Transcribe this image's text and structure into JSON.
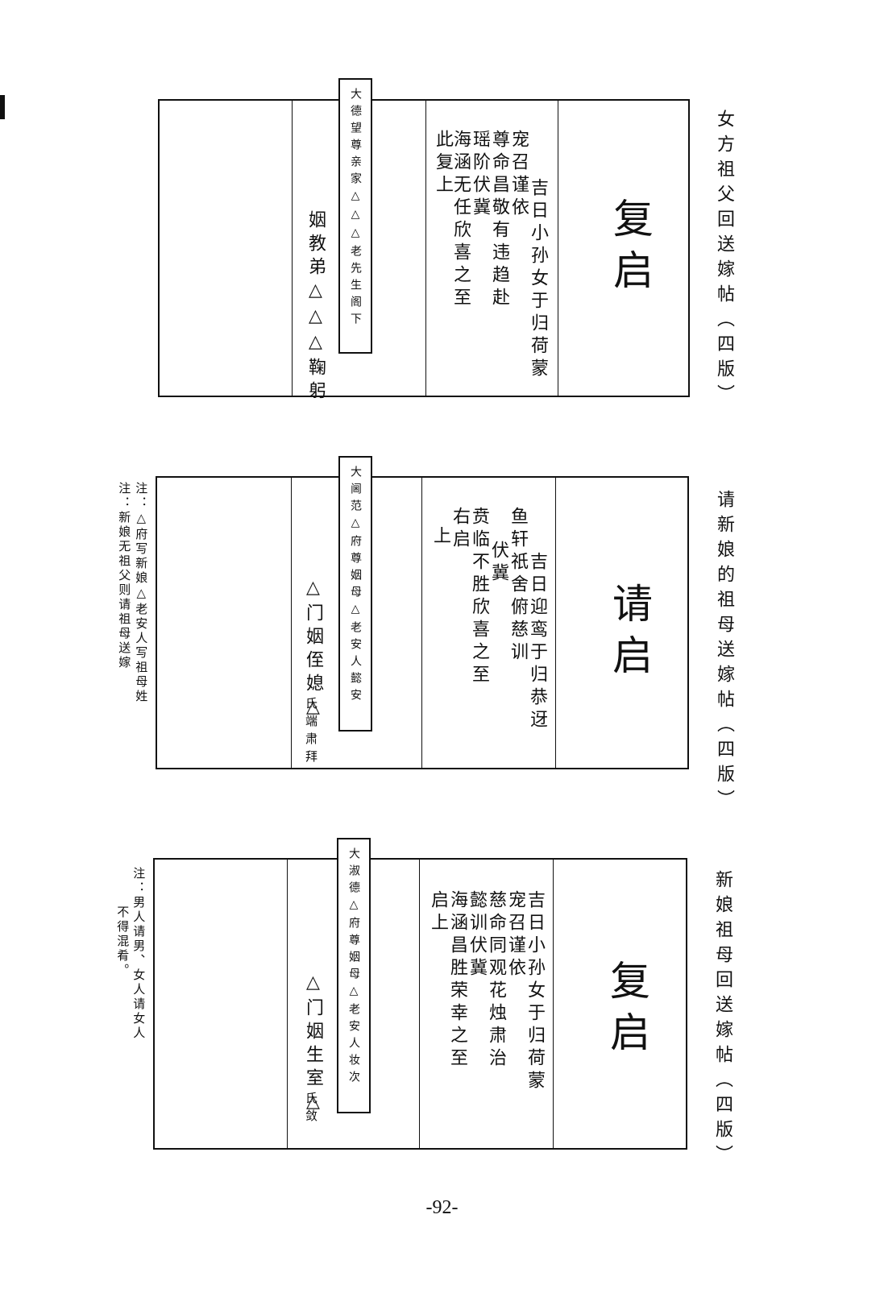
{
  "page_number": "-92-",
  "cards": [
    {
      "title": "女方祖父回送嫁帖（四版）",
      "big_chars": "复启",
      "body_cols": [
        "吉日小孙女于归荷蒙",
        "宠召谨依",
        "尊命昌敬有违趋赴",
        "瑶阶伏冀",
        "海涵无任欣喜之至",
        "此复上"
      ],
      "tag": "大德望尊亲家△△△老先生阁下",
      "sign": "姻教弟△△△鞠躬",
      "sign_small": "",
      "note": []
    },
    {
      "title": "请新娘的祖母送嫁帖（四版）",
      "big_chars": "请启",
      "body_cols": [
        "吉日迎鸾于归恭迓",
        "鱼轩祇舍俯慈训",
        "伏冀",
        "贲临不胜欣喜之至",
        "右启",
        "上"
      ],
      "tag": "大阃范△府尊姻母△老安人懿安",
      "sign": "△门姻侄媳△",
      "sign_small": "氏端肃拜",
      "note": [
        "注：△府写新娘△老安人写祖母姓",
        "注：新娘无祖父则请祖母送嫁"
      ]
    },
    {
      "title": "新娘祖母回送嫁帖（四版）",
      "big_chars": "复启",
      "body_cols": [
        "吉日小孙女于归荷蒙",
        "宠召谨依",
        "慈命同观花烛肃治",
        "懿训伏冀",
        "海涵昌胜荣幸之至",
        "启上"
      ],
      "tag": "大淑德△府尊姻母△老安人妆次",
      "sign": "△门姻生室△",
      "sign_small": "氏敛",
      "note": [
        "注：男人请男、女人请女人",
        "不得混肴。"
      ]
    }
  ]
}
